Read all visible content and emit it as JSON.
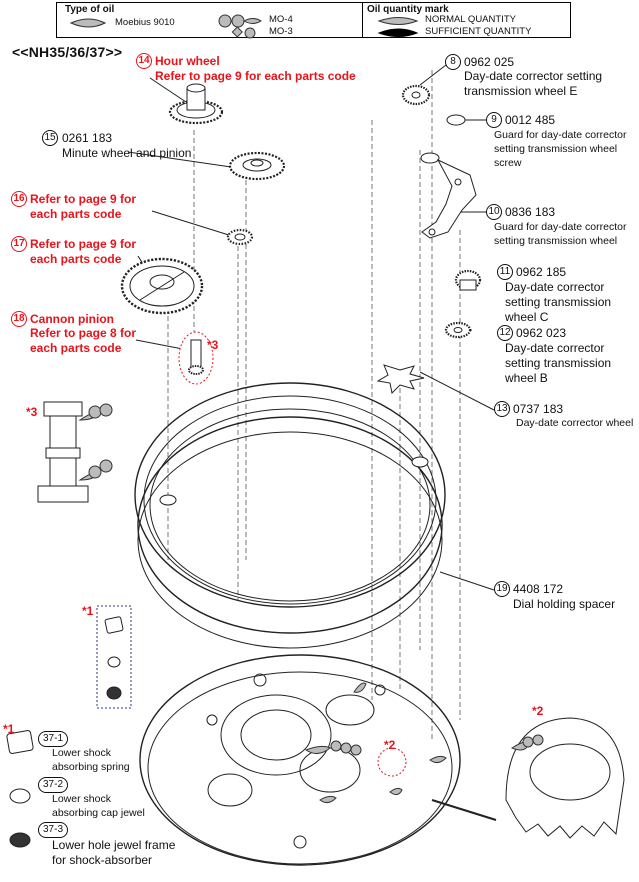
{
  "legend": {
    "oil_type_header": "Type of oil",
    "moebius": "Moebius 9010",
    "mo4": "MO-4",
    "mo3": "MO-3",
    "quantity_header": "Oil quantity mark",
    "normal": "NORMAL QUANTITY",
    "sufficient": "SUFFICIENT QUANTITY"
  },
  "title": "<<NH35/36/37>>",
  "parts": [
    {
      "no": "14",
      "line1": "Hour wheel",
      "line2": "Refer to page 9 for each parts code"
    },
    {
      "no": "15",
      "code": "0261 183",
      "name": "Minute wheel and pinion"
    },
    {
      "no": "16",
      "line1": "Refer to page 9 for",
      "line2": "each parts code"
    },
    {
      "no": "17",
      "line1": "Refer to page 9 for",
      "line2": "each parts code"
    },
    {
      "no": "18",
      "line1": "Cannon pinion",
      "line2": "Refer to page 8 for",
      "line3": "each parts code"
    },
    {
      "no": "8",
      "code": "0962 025",
      "line1": "Day-date corrector setting",
      "line2": "transmission wheel E"
    },
    {
      "no": "9",
      "code": "0012 485",
      "line1": "Guard for day-date corrector",
      "line2": "setting transmission wheel",
      "line3": "screw"
    },
    {
      "no": "10",
      "code": "0836 183",
      "line1": "Guard for day-date corrector",
      "line2": "setting transmission wheel"
    },
    {
      "no": "11",
      "code": "0962 185",
      "line1": "Day-date corrector",
      "line2": "setting transmission",
      "line3": "wheel C"
    },
    {
      "no": "12",
      "code": "0962 023",
      "line1": "Day-date corrector",
      "line2": "setting transmission",
      "line3": "wheel B"
    },
    {
      "no": "13",
      "code": "0737 183",
      "line1": "Day-date corrector wheel"
    },
    {
      "no": "19",
      "code": "4408 172",
      "line1": "Dial holding spacer"
    },
    {
      "no": "37-1",
      "line1": "Lower shock",
      "line2": "absorbing spring"
    },
    {
      "no": "37-2",
      "line1": "Lower shock",
      "line2": "absorbing cap jewel"
    },
    {
      "no": "37-3",
      "line1": "Lower hole jewel frame",
      "line2": "for shock-absorber"
    }
  ],
  "stars": {
    "s1": "*1",
    "s2": "*2",
    "s3": "*3"
  },
  "colors": {
    "accent": "#e8131b",
    "ink": "#111111",
    "frame": "#2b3a8c"
  }
}
